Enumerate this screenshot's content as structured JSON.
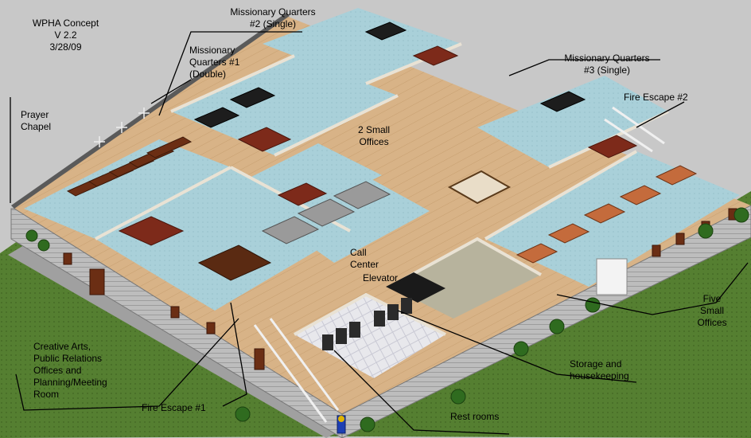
{
  "title": {
    "line1": "WPHA Concept",
    "line2": "V 2.2",
    "line3": "3/28/09"
  },
  "labels": {
    "mq2": [
      "Missionary Quarters",
      "#2 (Single)"
    ],
    "mq1": [
      "Missionary",
      "Quarters #1",
      "(Double)"
    ],
    "mq3": [
      "Missionary Quarters",
      "#3 (Single)"
    ],
    "fire_escape_2": "Fire Escape #2",
    "prayer_chapel": [
      "Prayer",
      "Chapel"
    ],
    "small_offices_2": [
      "2 Small",
      "Offices"
    ],
    "call_center": [
      "Call",
      "Center"
    ],
    "elevator": "Elevator",
    "five_small_offices": [
      "Five",
      "Small",
      "Offices"
    ],
    "creative_arts": [
      "Creative Arts,",
      "Public Relations",
      "Offices and",
      "Planning/Meeting",
      "Room"
    ],
    "storage": [
      "Storage and",
      "housekeeping"
    ],
    "fire_escape_1": "Fire Escape #1",
    "rest_rooms": "Rest rooms"
  },
  "colors": {
    "background": "#c8c8c8",
    "floor_wood": "#d9b58a",
    "floor_carpet": "#a8cfd8",
    "wall_siding": "#b9b9b9",
    "grass": "#4f7a2e",
    "label_text": "#000000"
  }
}
